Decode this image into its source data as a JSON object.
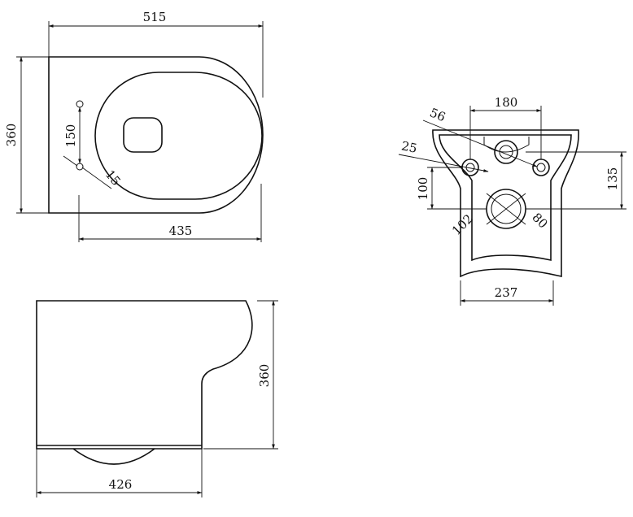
{
  "top_view": {
    "overall_width": "515",
    "overall_depth": "360",
    "fixing_spacing": "150",
    "fixing_hole": "15",
    "wall_to_front": "435"
  },
  "rear_view": {
    "fixing_centres": "180",
    "waste_diameter_label": "56",
    "inlet_diameter_label": "25",
    "inlet_height": "100",
    "fixing_height": "135",
    "outlet_inner": "102",
    "outlet_outer": "80",
    "width": "237"
  },
  "side_view": {
    "height": "360",
    "depth": "426"
  }
}
